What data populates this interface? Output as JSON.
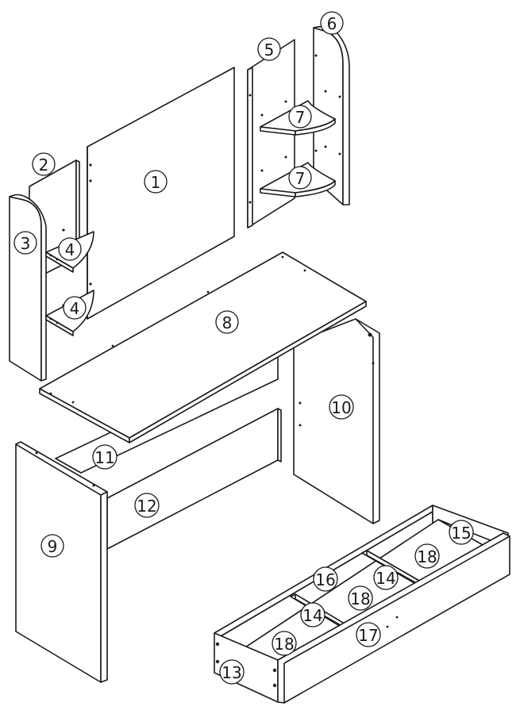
{
  "parts": [
    {
      "id": "panel-1",
      "label": "1"
    },
    {
      "id": "panel-2",
      "label": "2"
    },
    {
      "id": "panel-3",
      "label": "3"
    },
    {
      "id": "shelf-4a",
      "label": "4"
    },
    {
      "id": "shelf-4b",
      "label": "4"
    },
    {
      "id": "panel-5",
      "label": "5"
    },
    {
      "id": "panel-6",
      "label": "6"
    },
    {
      "id": "shelf-7a",
      "label": "7"
    },
    {
      "id": "shelf-7b",
      "label": "7"
    },
    {
      "id": "desktop-8",
      "label": "8"
    },
    {
      "id": "side-9",
      "label": "9"
    },
    {
      "id": "side-10",
      "label": "10"
    },
    {
      "id": "rail-11",
      "label": "11"
    },
    {
      "id": "back-12",
      "label": "12"
    },
    {
      "id": "drawer-side-13",
      "label": "13"
    },
    {
      "id": "drawer-back-16",
      "label": "16"
    },
    {
      "id": "divider-14a",
      "label": "14"
    },
    {
      "id": "divider-14b",
      "label": "14"
    },
    {
      "id": "drawer-side-15",
      "label": "15"
    },
    {
      "id": "drawer-front-17",
      "label": "17"
    },
    {
      "id": "drawer-bottom-18a",
      "label": "18"
    },
    {
      "id": "drawer-bottom-18b",
      "label": "18"
    },
    {
      "id": "drawer-bottom-18c",
      "label": "18"
    }
  ]
}
